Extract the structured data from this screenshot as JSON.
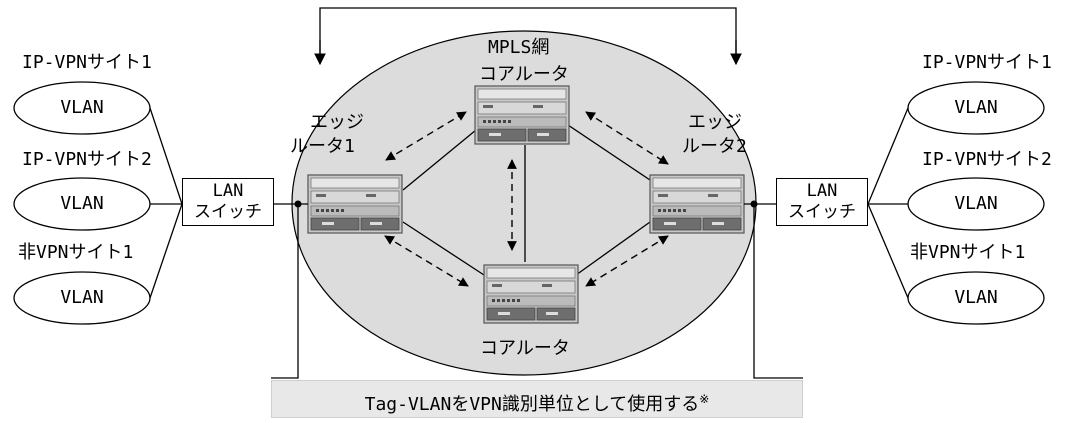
{
  "network": {
    "mpls_label": "MPLS網",
    "core_router_top": "コアルータ",
    "core_router_bottom": "コアルータ",
    "edge_router_1": [
      "エッジ",
      "ルータ1"
    ],
    "edge_router_2": [
      "エッジ",
      "ルータ2"
    ]
  },
  "left": {
    "site1": "IP-VPNサイト1",
    "site2": "IP-VPNサイト2",
    "site3": "非VPNサイト1",
    "vlans": [
      "VLAN",
      "VLAN",
      "VLAN"
    ],
    "switch": [
      "LAN",
      "スイッチ"
    ]
  },
  "right": {
    "site1": "IP-VPNサイト1",
    "site2": "IP-VPNサイト2",
    "site3": "非VPNサイト1",
    "vlans": [
      "VLAN",
      "VLAN",
      "VLAN"
    ],
    "switch": [
      "LAN",
      "スイッチ"
    ]
  },
  "note": {
    "text": "Tag-VLANをVPN識別単位として使用する",
    "mark": "※"
  },
  "colors": {
    "mpls_fill": "#dcdcdc",
    "router_body": "#c8c8c8",
    "router_dark": "#6e6e6e",
    "note_fill": "#e8e8e8"
  }
}
